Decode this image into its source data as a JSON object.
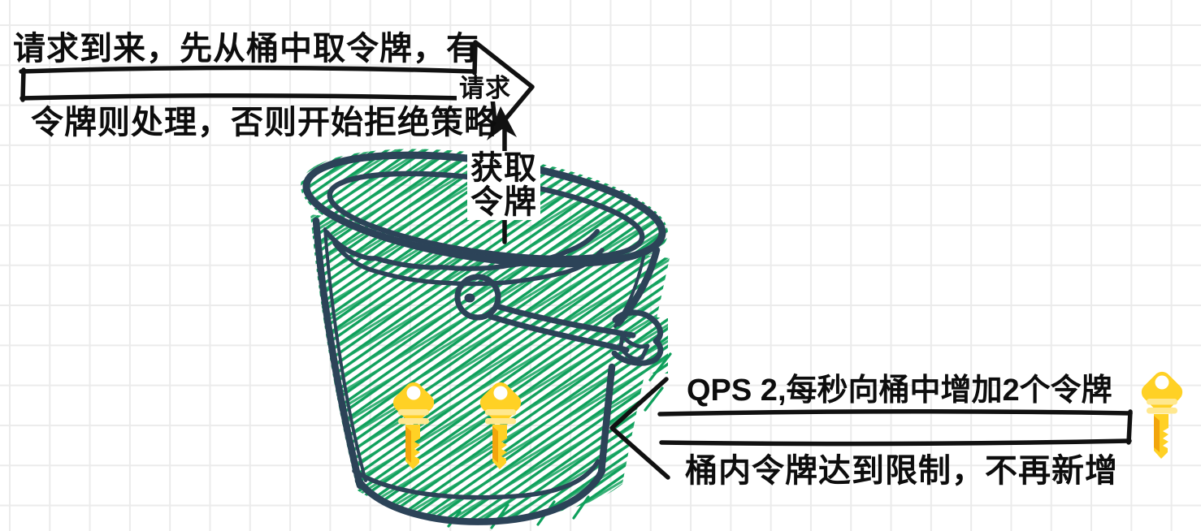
{
  "diagram": {
    "title_hint": "token-bucket-rate-limit-diagram",
    "notes": {
      "top_line1": "请求到来，先从桶中取令牌，有",
      "top_line2": "令牌则处理，否则开始拒绝策略",
      "refill": "QPS 2,每秒向桶中增加2个令牌",
      "limit": "桶内令牌达到限制，不再新增"
    },
    "labels": {
      "request_arrow": "请求",
      "acquire_line1": "获取",
      "acquire_line2": "令牌"
    },
    "tokens_in_bucket": 2,
    "icons": [
      "key-icon",
      "key-icon",
      "key-icon"
    ],
    "colors": {
      "bucket_outline": "#2C4358",
      "bucket_hatch": "#0FA05C",
      "key_yellow": "#FFD125",
      "key_stripe": "#FFE88F",
      "key_shade": "#F2A50C",
      "arrow_black": "#111111",
      "grid": "#EBEBEB",
      "text": "#0D0D0D"
    }
  }
}
